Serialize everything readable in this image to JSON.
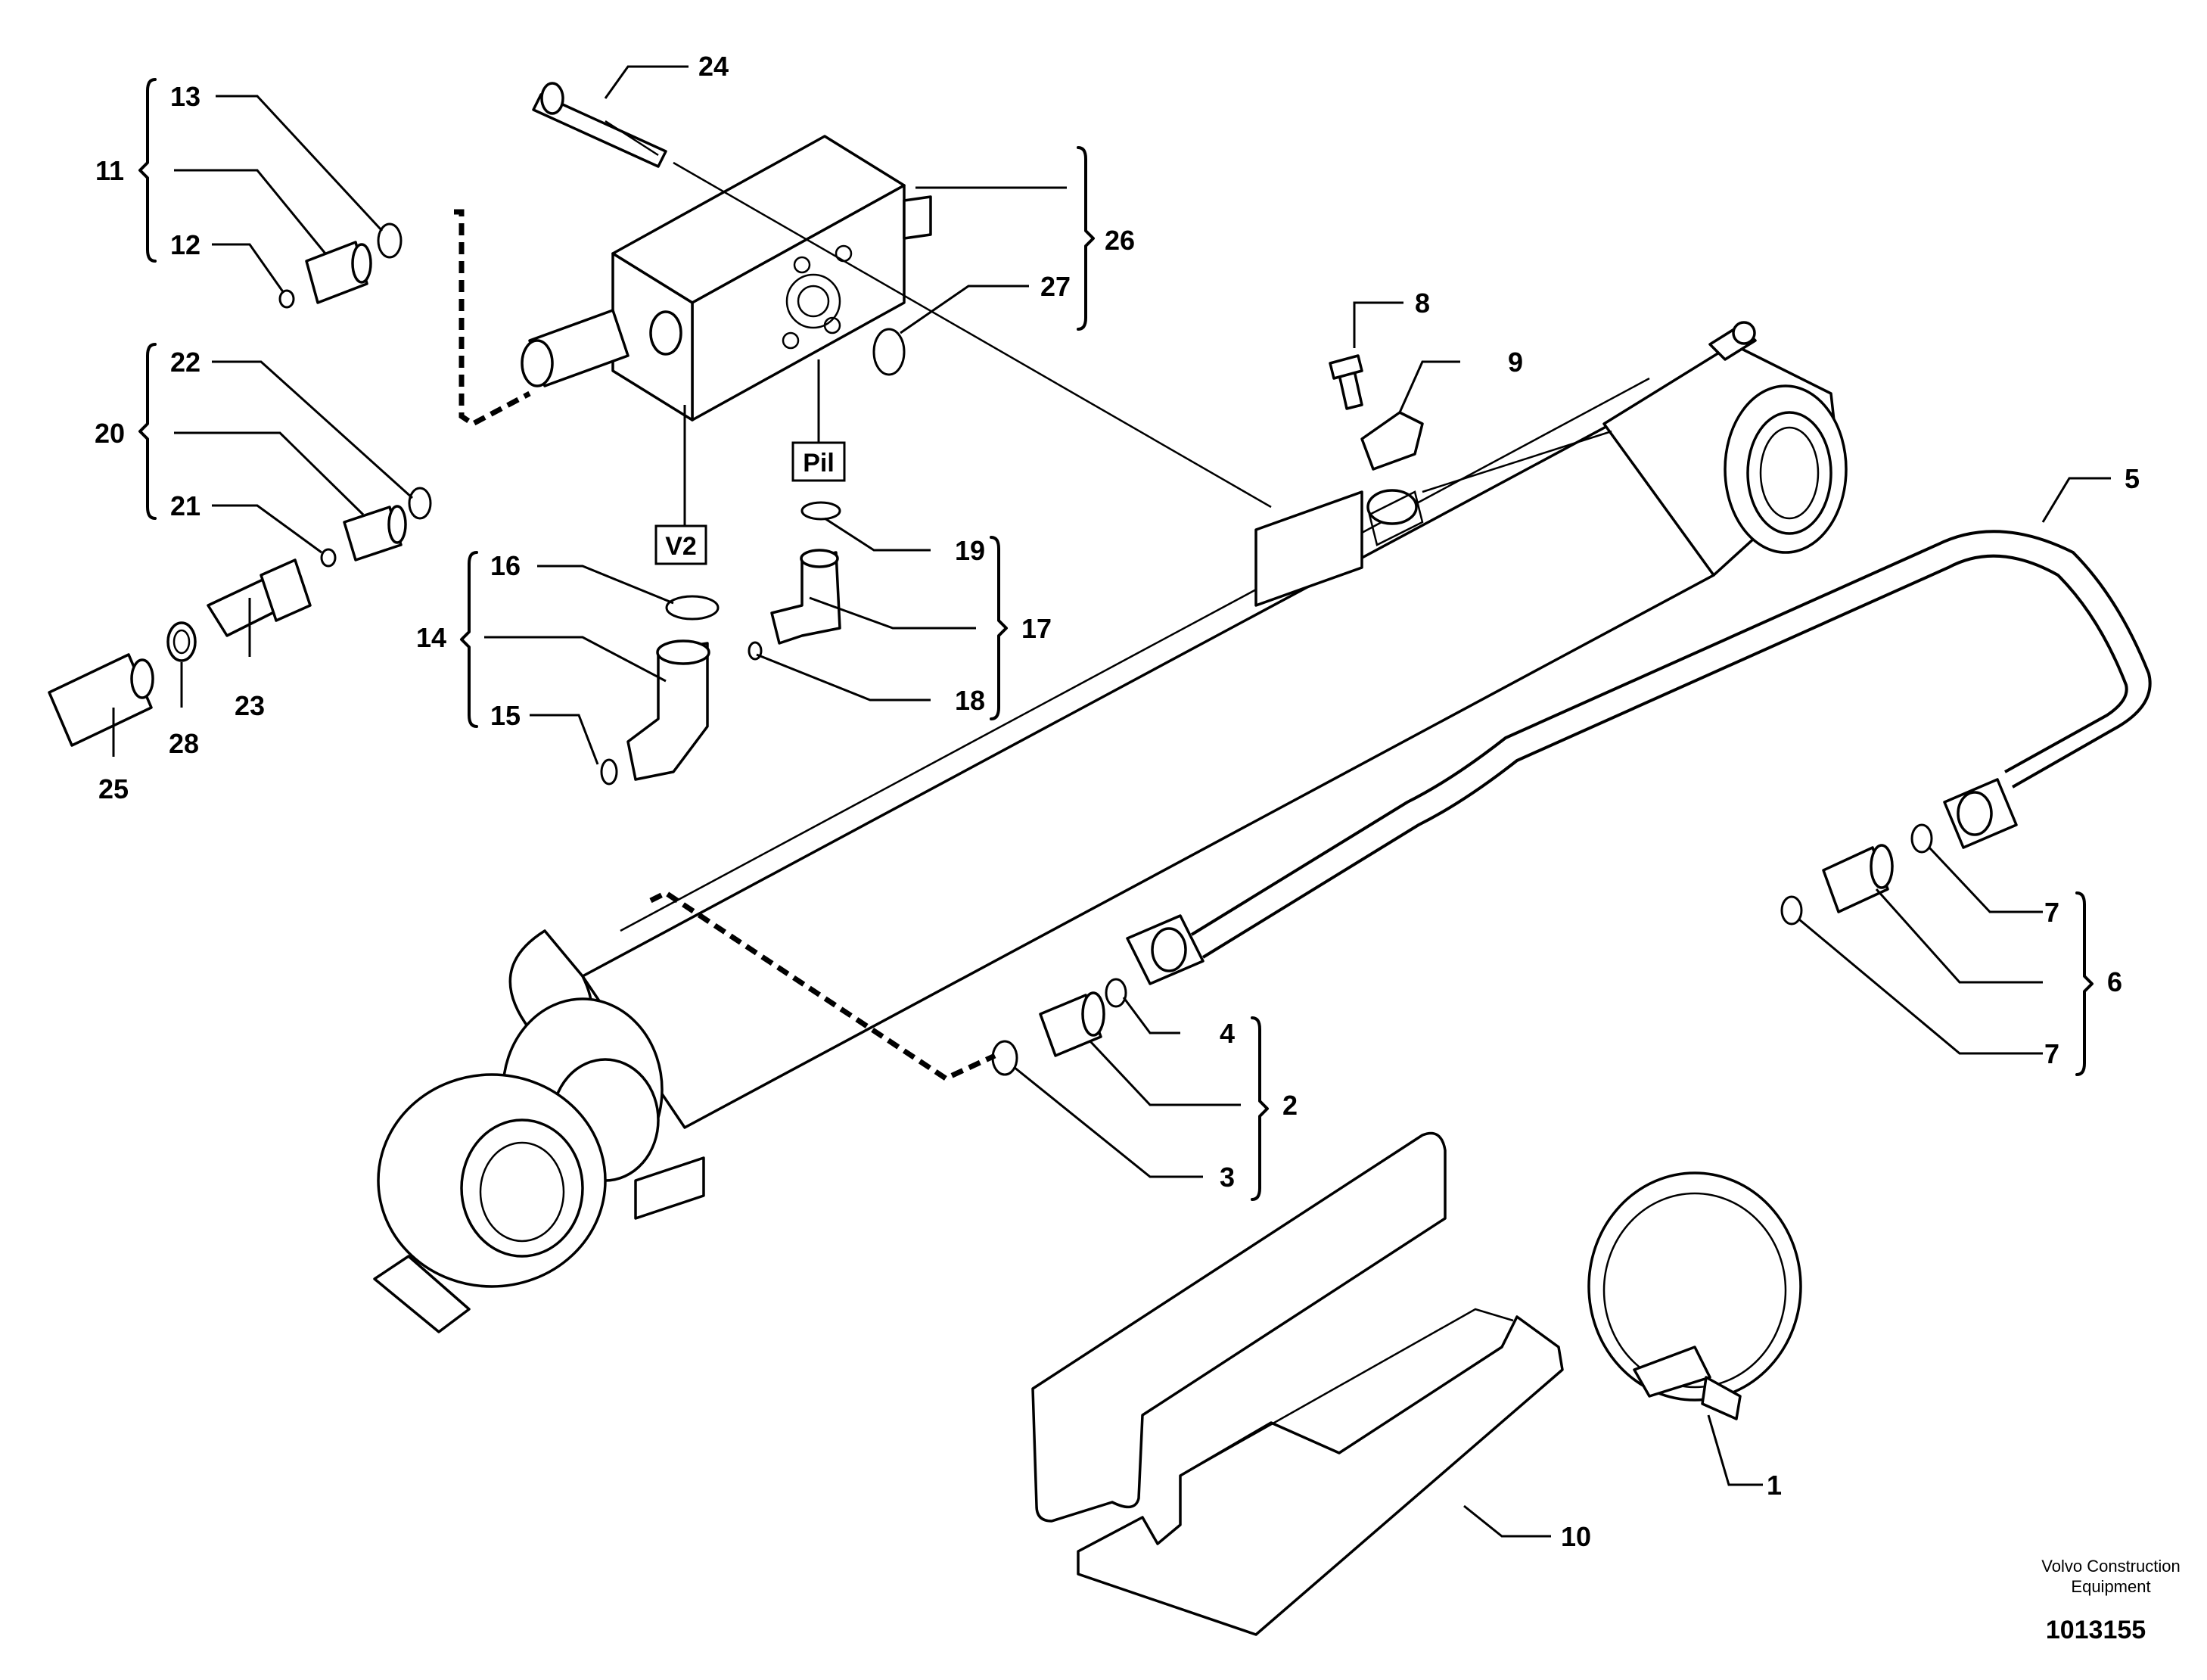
{
  "callouts": {
    "c1": "1",
    "c2": "2",
    "c3": "3",
    "c4": "4",
    "c5": "5",
    "c6": "6",
    "c7a": "7",
    "c7b": "7",
    "c8": "8",
    "c9": "9",
    "c10": "10",
    "c11": "11",
    "c12": "12",
    "c13": "13",
    "c14": "14",
    "c15": "15",
    "c16": "16",
    "c17": "17",
    "c18": "18",
    "c19": "19",
    "c20": "20",
    "c21": "21",
    "c22": "22",
    "c23": "23",
    "c24": "24",
    "c25": "25",
    "c26": "26",
    "c27": "27",
    "c28": "28"
  },
  "port_labels": {
    "v2": "V2",
    "pil": "Pil"
  },
  "footer": {
    "brand_line1": "Volvo Construction",
    "brand_line2": "Equipment",
    "drawing_number": "1013155"
  }
}
